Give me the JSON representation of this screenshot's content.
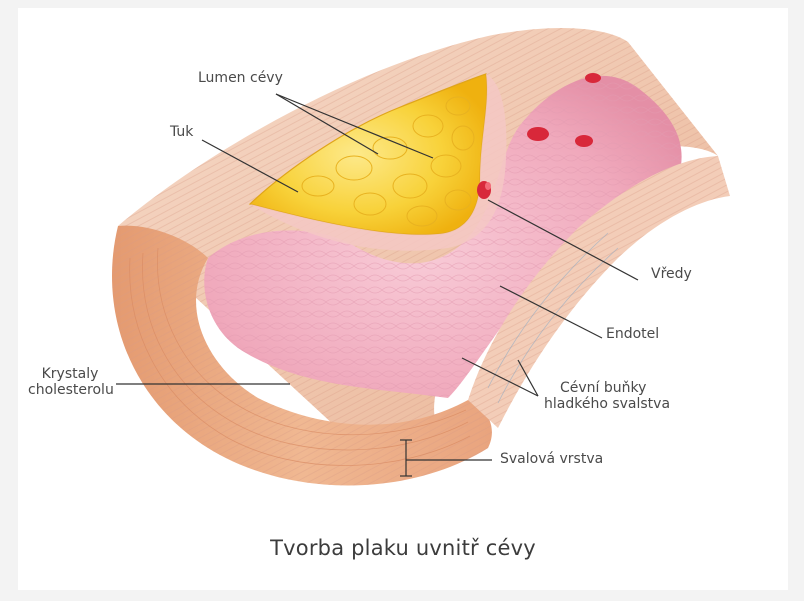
{
  "labels": {
    "lumen": "Lumen cévy",
    "fat": "Tuk",
    "ulcers": "Vředy",
    "endothelium": "Endotel",
    "smooth_muscle_line1": "Cévní buňky",
    "smooth_muscle_line2": "hladkého svalstva",
    "cholesterol_line1": "Krystaly",
    "cholesterol_line2": "cholesterolu",
    "muscle_layer": "Svalová vrstva"
  },
  "caption": "Tvorba plaku uvnitř cévy",
  "colors": {
    "wall_outer": "#e8a27a",
    "wall_layer": "#f2d2c2",
    "lumen_pink": "#f3b8c7",
    "inner_pink": "#ee9fb3",
    "fat_yellow": "#f6c51e",
    "fat_light": "#fce068",
    "ulcer_red": "#d8283a",
    "leader_line": "#333333"
  },
  "icons": [
    "artery-cross-section-illustration"
  ]
}
